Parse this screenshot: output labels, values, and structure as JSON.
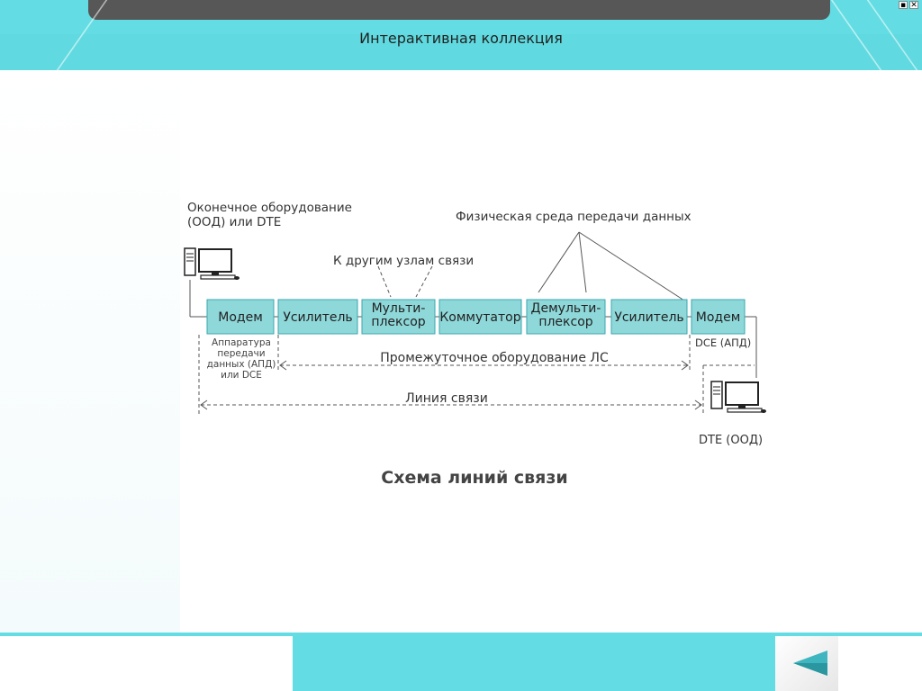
{
  "header": {
    "title": "Интерактивная коллекция"
  },
  "window": {
    "minimize_label": "▪",
    "close_label": "✕"
  },
  "diagram": {
    "caption": "Схема линий связи",
    "labels": {
      "end_equipment": [
        "Оконечное оборудование",
        "(ООД) или DTE"
      ],
      "physical_medium": "Физическая среда передачи данных",
      "other_nodes": "К другим узлам связи",
      "apd": [
        "Аппаратура",
        "передачи",
        "данных (АПД)",
        "или DCE"
      ],
      "dce_right": "DCE (АПД)",
      "intermediate": "Промежуточное оборудование ЛС",
      "line": "Линия связи",
      "dte_right": "DTE (ООД)"
    },
    "blocks": [
      {
        "lines": [
          "Модем"
        ]
      },
      {
        "lines": [
          "Усилитель"
        ]
      },
      {
        "lines": [
          "Мульти-",
          "плексор"
        ]
      },
      {
        "lines": [
          "Коммутатор"
        ]
      },
      {
        "lines": [
          "Демульти-",
          "плексор"
        ]
      },
      {
        "lines": [
          "Усилитель"
        ]
      },
      {
        "lines": [
          "Модем"
        ]
      }
    ]
  },
  "colors": {
    "accent": "#63dde3",
    "block_fill": "#8fd8da",
    "block_stroke": "#3aa7ad",
    "dark_bar": "#575757"
  },
  "icons": {
    "computer": "desktop-computer-icon",
    "nav": "back-arrow-icon"
  }
}
